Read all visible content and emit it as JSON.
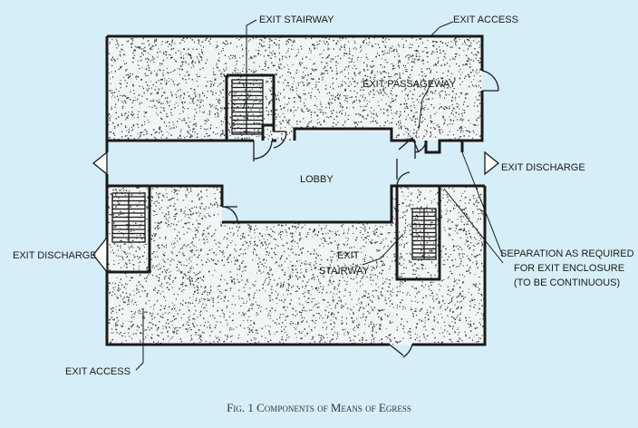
{
  "labels": {
    "exit_stairway_top": "EXIT STAIRWAY",
    "exit_access_top": "EXIT ACCESS",
    "exit_passageway": "EXIT PASSAGEWAY",
    "lobby": "LOBBY",
    "exit_discharge_right": "EXIT DISCHARGE",
    "exit_discharge_left": "EXIT DISCHARGE",
    "exit_stairway_mid_1": "EXIT",
    "exit_stairway_mid_2": "STAIRWAY",
    "separation_1": "SEPARATION AS REQUIRED",
    "separation_2": "FOR EXIT ENCLOSURE",
    "separation_3": "(TO BE CONTINUOUS)",
    "exit_access_bottom": "EXIT ACCESS"
  },
  "caption": {
    "fig": "Fig. 1",
    "title": "Components of Means of Egress"
  },
  "colors": {
    "background": "#d6eef8",
    "ink": "#1a1a1a"
  }
}
